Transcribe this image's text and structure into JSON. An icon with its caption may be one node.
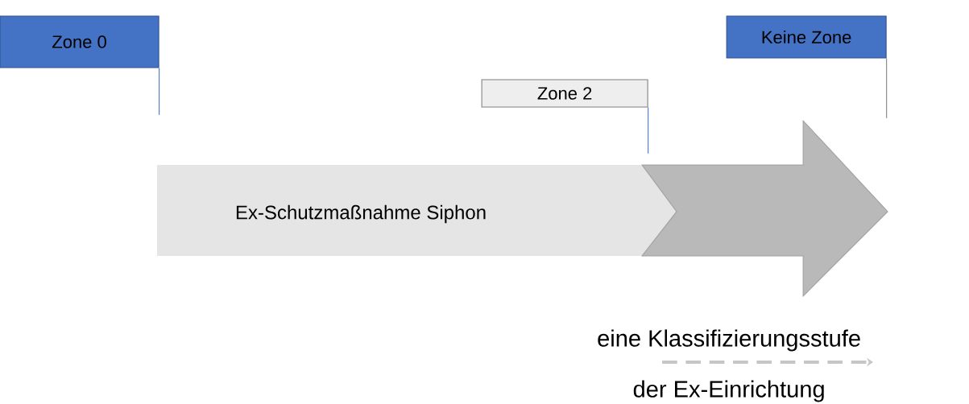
{
  "diagram": {
    "nodes": [
      {
        "text": [
          "Zone 0"
        ]
      },
      {
        "text": [
          "Zone 2"
        ]
      },
      {
        "text": [
          "Keine Zone"
        ]
      },
      {
        "text": [
          "Ex-Schutzmaßnahme Siphon"
        ]
      }
    ],
    "edges": [
      {
        "from": 0,
        "to": 3,
        "arrow": "none"
      },
      {
        "from": 1,
        "to": 3,
        "arrow": "none"
      },
      {
        "from": 2,
        "to": 3,
        "arrow": "none",
        "color": "#7f7f7f"
      }
    ],
    "labels": [
      "eine Klassifizierungsstufe",
      "der Ex-Einrichtung"
    ]
  }
}
